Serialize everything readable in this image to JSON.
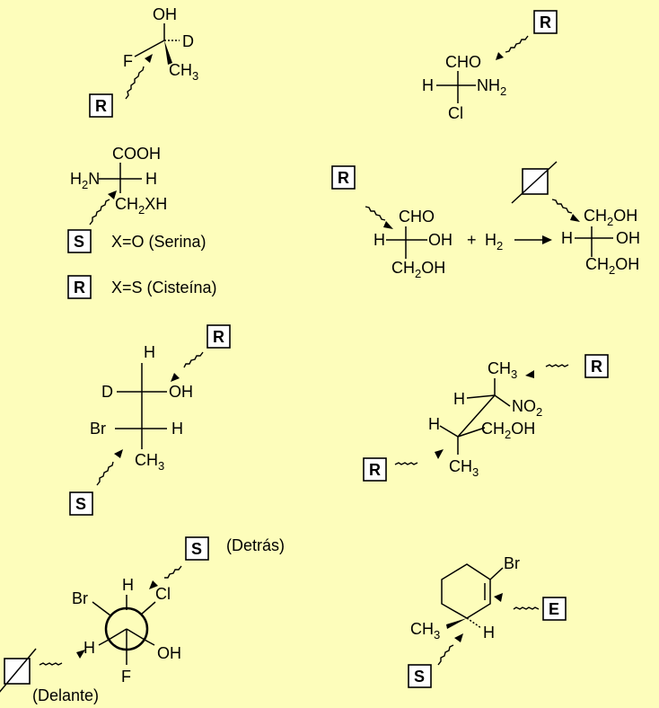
{
  "mol1": {
    "oh": "OH",
    "d": "D",
    "f": "F",
    "ch": "CH",
    "sub3": "3",
    "label": "R"
  },
  "mol2": {
    "cho": "CHO",
    "h": "H",
    "nh": "NH",
    "sub2": "2",
    "cl": "Cl",
    "label": "R"
  },
  "mol3": {
    "cooh": "COOH",
    "h2n_h": "H",
    "h2n_2": "2",
    "h2n_n": "N",
    "h": "H",
    "ch2xh_a": "CH",
    "ch2xh_2": "2",
    "ch2xh_b": "XH",
    "label": "S",
    "label2": "R",
    "serina": "X=O (Serina)",
    "cisteina": "X=S (Cisteína)"
  },
  "mol4": {
    "label": "R",
    "cho": "CHO",
    "h": "H",
    "oh": "OH",
    "ch2oh_a": "CH",
    "ch2oh_2": "2",
    "ch2oh_b": "OH",
    "plus": "+",
    "h2": "H",
    "h2sub": "2",
    "p_ch2oh1_a": "CH",
    "p_2": "2",
    "p_ch2oh1_b": "OH",
    "p_h": "H",
    "p_oh": "OH",
    "p_ch2oh2_a": "CH",
    "p_ch2oh2_b": "OH"
  },
  "mol5": {
    "label": "R",
    "label2": "S",
    "h": "H",
    "d": "D",
    "oh": "OH",
    "br": "Br",
    "h2": "H",
    "ch": "CH",
    "sub3": "3"
  },
  "mol6": {
    "ch3": "CH",
    "sub3": "3",
    "label": "R",
    "h": "H",
    "no": "NO",
    "sub2": "2",
    "h2": "H",
    "ch2oh_a": "CH",
    "ch2oh_2": "2",
    "ch2oh_b": "OH",
    "label2": "R",
    "ch3b": "CH"
  },
  "mol7": {
    "label": "S",
    "detras": "(Detrás)",
    "h": "H",
    "cl": "Cl",
    "br": "Br",
    "h2": "H",
    "oh": "OH",
    "f": "F",
    "delante": "(Delante)"
  },
  "mol8": {
    "br": "Br",
    "label": "E",
    "ch": "CH",
    "sub3": "3",
    "h": "H",
    "label2": "S"
  }
}
